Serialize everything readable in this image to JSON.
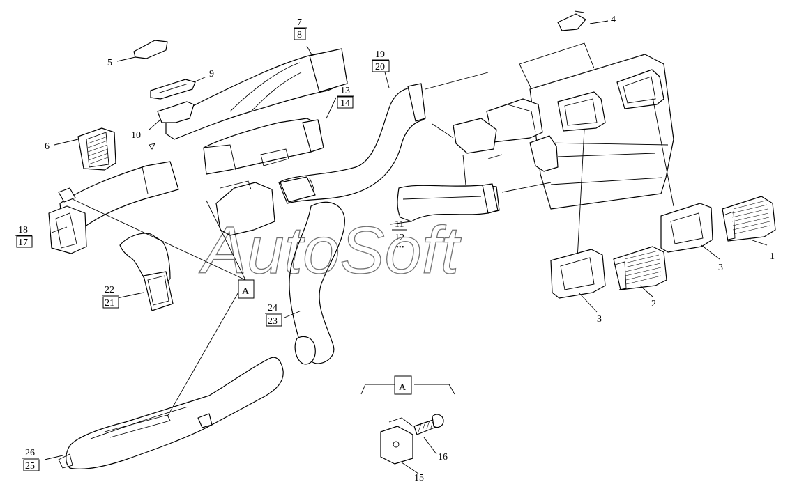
{
  "watermark": "AutoSoft",
  "callout_letter": "A",
  "callouts": {
    "c1": "1",
    "c2": "2",
    "c3a": "3",
    "c3b": "3",
    "c4": "4",
    "c5": "5",
    "c6": "6",
    "c7": "7",
    "c8": "8",
    "c9": "9",
    "c10": "10",
    "c11": "11",
    "c12": "12",
    "c13": "13",
    "c14": "14",
    "c15": "15",
    "c16": "16",
    "c17": "17",
    "c18": "18",
    "c19": "19",
    "c20": "20",
    "c21": "21",
    "c22": "22",
    "c23": "23",
    "c24": "24",
    "c25": "25",
    "c26": "26"
  },
  "note_12": "•••"
}
